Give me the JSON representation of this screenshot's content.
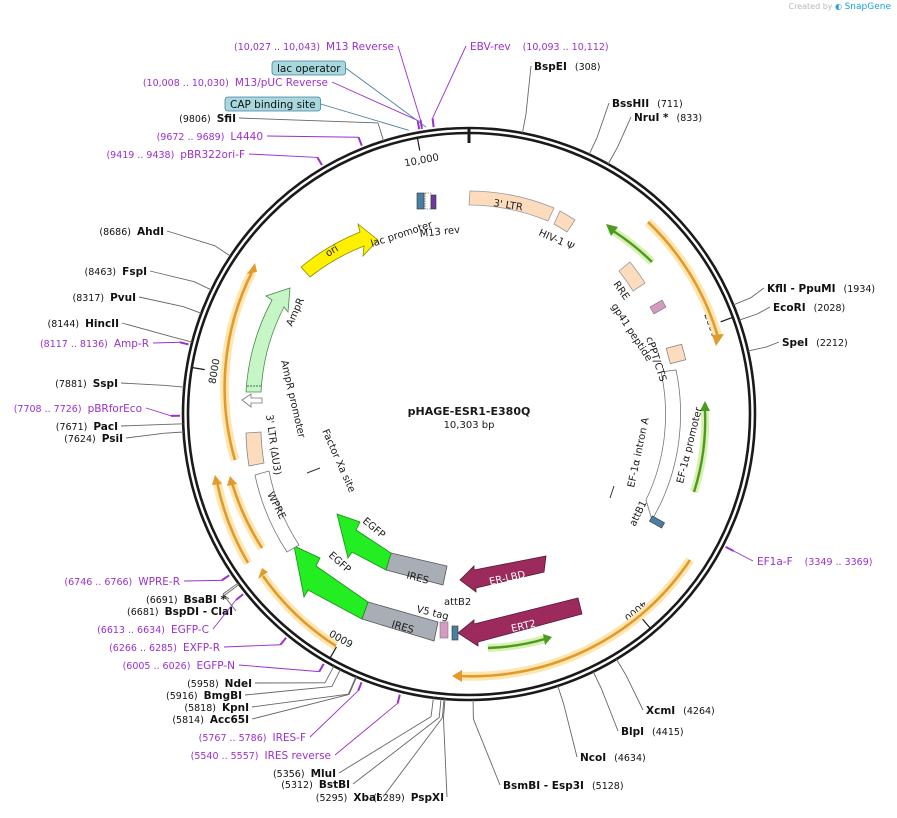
{
  "branding": {
    "created_by": "Created by",
    "app": "SnapGene"
  },
  "plasmid": {
    "name": "pHAGE-ESR1-E380Q",
    "size_label": "10,303 bp",
    "length": 10303
  },
  "colors": {
    "backbone": "#1a1a1a",
    "enzyme_line": "#555555",
    "primer": "#9b2fd0",
    "orange_arrow": "#e39a2d",
    "green_arrow": "#4c9a20",
    "ltr_fill": "#fddcbd",
    "ori_fill": "#fff000",
    "ampr_fill": "#c6f5c6",
    "egfp_fill": "#22ee22",
    "ires_fill": "#a9adb6",
    "er_fill": "#9c2a5c",
    "feature_box": "#a6d8de"
  },
  "ticks": [
    {
      "pos": 2000,
      "label": "2000"
    },
    {
      "pos": 4000,
      "label": "4000"
    },
    {
      "pos": 6000,
      "label": "6000"
    },
    {
      "pos": 8000,
      "label": "8000"
    },
    {
      "pos": 10000,
      "label": "10,000"
    }
  ],
  "enzymes": [
    {
      "pos": 308,
      "name": "BspEI",
      "num": "(308)"
    },
    {
      "pos": 711,
      "name": "BssHII",
      "num": "(711)"
    },
    {
      "pos": 833,
      "name": "NruI *",
      "num": "(833)"
    },
    {
      "pos": 1934,
      "name": "KflI  - PpuMI",
      "num": "(1934)"
    },
    {
      "pos": 2028,
      "name": "EcoRI",
      "num": "(2028)"
    },
    {
      "pos": 2212,
      "name": "SpeI",
      "num": "(2212)"
    },
    {
      "pos": 4264,
      "name": "XcmI",
      "num": "(4264)"
    },
    {
      "pos": 4415,
      "name": "BlpI",
      "num": "(4415)"
    },
    {
      "pos": 4634,
      "name": "NcoI",
      "num": "(4634)"
    },
    {
      "pos": 5128,
      "name": "BsmBI   - Esp3I",
      "num": "(5128)"
    },
    {
      "pos": 5289,
      "name": "PspXI",
      "num": "(5289)"
    },
    {
      "pos": 5295,
      "name": "XbaI",
      "num": "(5295)"
    },
    {
      "pos": 5312,
      "name": "BstBI",
      "num": "(5312)"
    },
    {
      "pos": 5356,
      "name": "MluI",
      "num": "(5356)"
    },
    {
      "pos": 5814,
      "name": "Acc65I",
      "num": "(5814)"
    },
    {
      "pos": 5818,
      "name": "KpnI",
      "num": "(5818)"
    },
    {
      "pos": 5916,
      "name": "BmgBI",
      "num": "(5916)"
    },
    {
      "pos": 5958,
      "name": "NdeI",
      "num": "(5958)"
    },
    {
      "pos": 6681,
      "name": "BspDI  - ClaI",
      "num": "(6681)"
    },
    {
      "pos": 6691,
      "name": "BsaBI *",
      "num": "(6691)"
    },
    {
      "pos": 7624,
      "name": "PsiI",
      "num": "(7624)"
    },
    {
      "pos": 7671,
      "name": "PacI",
      "num": "(7671)"
    },
    {
      "pos": 7881,
      "name": "SspI",
      "num": "(7881)"
    },
    {
      "pos": 8144,
      "name": "HincII",
      "num": "(8144)"
    },
    {
      "pos": 8317,
      "name": "PvuI",
      "num": "(8317)"
    },
    {
      "pos": 8463,
      "name": "FspI",
      "num": "(8463)"
    },
    {
      "pos": 8686,
      "name": "AhdI",
      "num": "(8686)"
    },
    {
      "pos": 9806,
      "name": "SfiI",
      "num": "(9806)"
    }
  ],
  "primers": [
    {
      "pos": 10035,
      "name": "M13 Reverse",
      "range": "(10,027 .. 10,043)"
    },
    {
      "pos": 10102,
      "name": "EBV-rev",
      "range": "(10,093 .. 10,112)"
    },
    {
      "pos": 10019,
      "name": "M13/pUC Reverse",
      "range": "(10,008 .. 10,030)"
    },
    {
      "pos": 9680,
      "name": "L4440",
      "range": "(9672 .. 9689)"
    },
    {
      "pos": 9428,
      "name": "pBR322ori-F",
      "range": "(9419 .. 9438)"
    },
    {
      "pos": 8126,
      "name": "Amp-R",
      "range": "(8117 .. 8136)"
    },
    {
      "pos": 7717,
      "name": "pBRforEco",
      "range": "(7708 .. 7726)"
    },
    {
      "pos": 6756,
      "name": "WPRE-R",
      "range": "(6746 .. 6766)"
    },
    {
      "pos": 6623,
      "name": "EGFP-C",
      "range": "(6613 .. 6634)"
    },
    {
      "pos": 6275,
      "name": "EXFP-R",
      "range": "(6266 .. 6285)"
    },
    {
      "pos": 6015,
      "name": "EGFP-N",
      "range": "(6005 .. 6026)"
    },
    {
      "pos": 5776,
      "name": "IRES-F",
      "range": "(5767 .. 5786)"
    },
    {
      "pos": 5548,
      "name": "IRES reverse",
      "range": "(5540 .. 5557)"
    },
    {
      "pos": 3359,
      "name": "EF1a-F",
      "range": "(3349 .. 3369)"
    }
  ],
  "features_boxes": [
    {
      "pos": 10060,
      "name": "lac operator"
    },
    {
      "pos": 9960,
      "name": "CAP binding site"
    }
  ],
  "inner_labels": {
    "ltr3": "3' LTR",
    "hiv_psi": "HIV-1 Ψ",
    "rre": "RRE",
    "gp41": "gp41 peptide",
    "cppt": "cPPT/CTS",
    "ef1a_intron": "EF-1α intron A",
    "ef1a_promoter": "EF-1α promoter",
    "attb1": "attB1",
    "er_lbd": "ER-LBD",
    "ert2": "ERT2",
    "attb2": "attB2",
    "v5": "V5 tag",
    "ires1": "IRES",
    "ires2": "IRES",
    "egfp1": "EGFP",
    "egfp2": "EGFP",
    "factor_xa": "Factor Xa site",
    "wpre": "WPRE",
    "ltr_au3": "3' LTR (ΔU3)",
    "ampr_promoter": "AmpR promoter",
    "ampr": "AmpR",
    "ori": "ori",
    "lac_promoter": "lac promoter",
    "m13rev": "M13 rev"
  }
}
